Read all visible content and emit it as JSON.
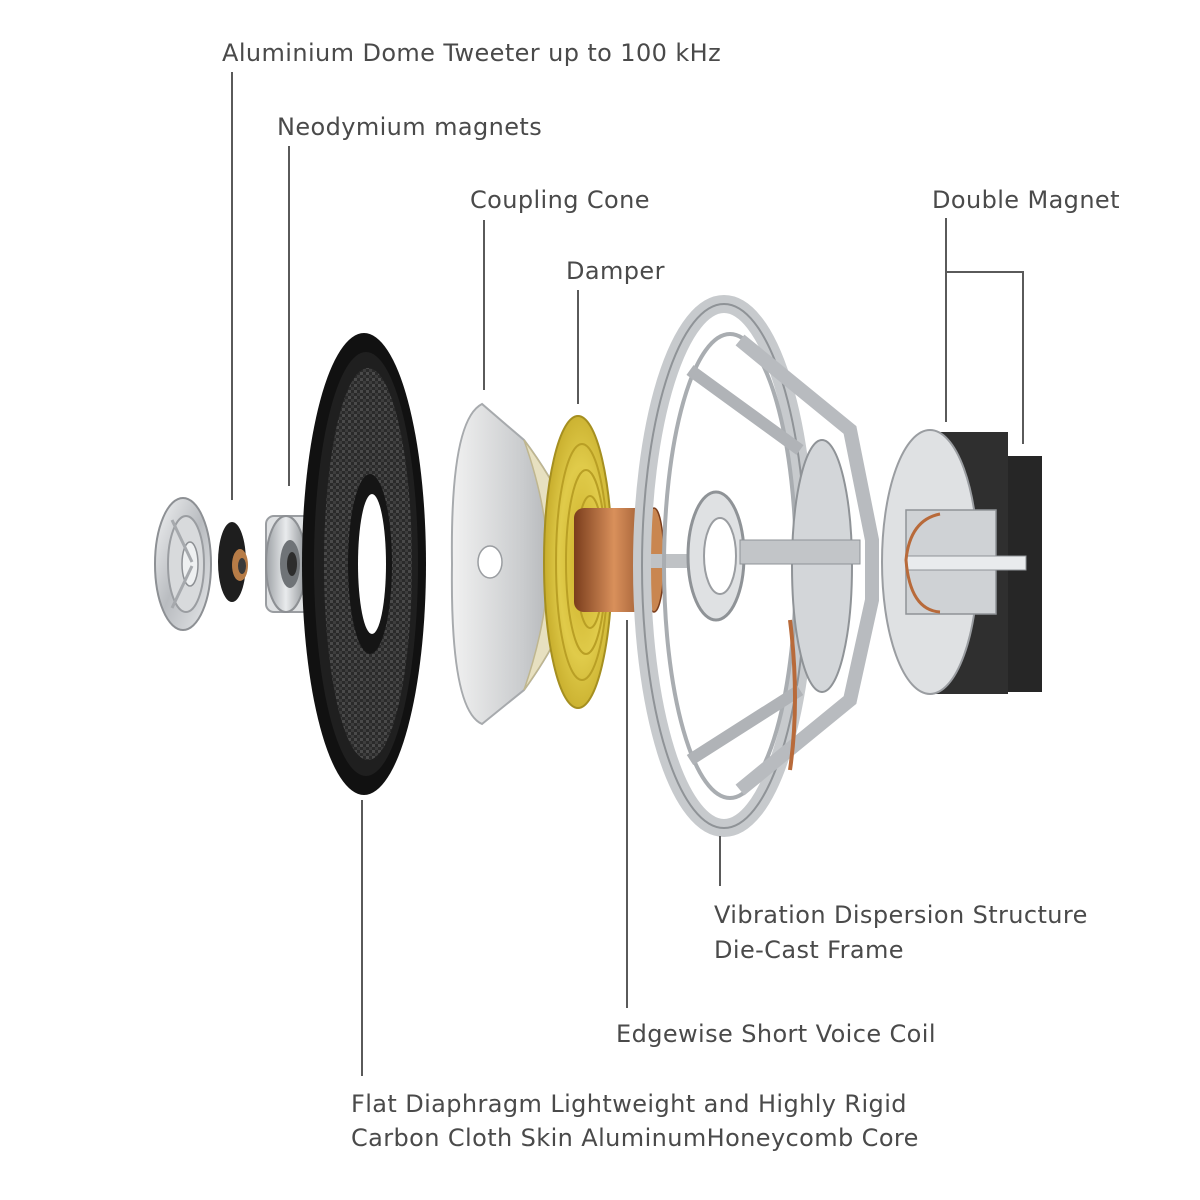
{
  "labels": {
    "tweeter": "Aluminium Dome Tweeter up to 100 kHz",
    "neodymium": "Neodymium magnets",
    "coupling_cone": "Coupling Cone",
    "damper": "Damper",
    "double_magnet": "Double Magnet",
    "frame_line1": "Vibration Dispersion Structure",
    "frame_line2": "Die-Cast Frame",
    "voice_coil": "Edgewise Short Voice Coil",
    "diaphragm_line1": "Flat Diaphragm Lightweight and Highly Rigid",
    "diaphragm_line2": "Carbon Cloth Skin AluminumHoneycomb Core"
  },
  "colors": {
    "text": "#4a4a4a",
    "leader": "#5a5a5a",
    "aluminium": "#c4c7ca",
    "diaphragm": "#1c1c1c",
    "damper": "#d9c339",
    "copper": "#b86a3a",
    "cone": "#e4e0cc",
    "magnet": "#2d2d2d"
  }
}
